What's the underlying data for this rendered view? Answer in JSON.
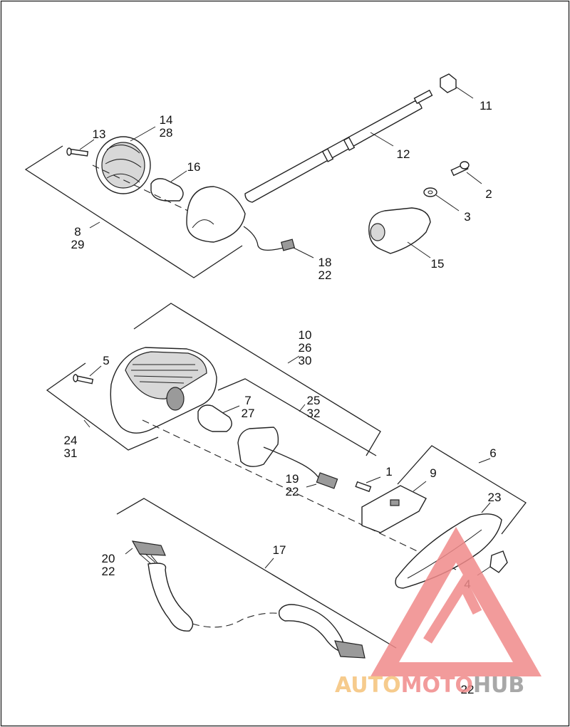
{
  "labels": [
    {
      "id": "c11",
      "text": "11"
    },
    {
      "id": "c14",
      "text": "14"
    },
    {
      "id": "c28",
      "text": "28"
    },
    {
      "id": "c13",
      "text": "13"
    },
    {
      "id": "c16",
      "text": "16"
    },
    {
      "id": "c12",
      "text": "12"
    },
    {
      "id": "c2",
      "text": "2"
    },
    {
      "id": "c3",
      "text": "3"
    },
    {
      "id": "c8",
      "text": "8"
    },
    {
      "id": "c29",
      "text": "29"
    },
    {
      "id": "c18",
      "text": "18"
    },
    {
      "id": "c22a",
      "text": "22"
    },
    {
      "id": "c15",
      "text": "15"
    },
    {
      "id": "c10",
      "text": "10"
    },
    {
      "id": "c26",
      "text": "26"
    },
    {
      "id": "c30",
      "text": "30"
    },
    {
      "id": "c5",
      "text": "5"
    },
    {
      "id": "c7",
      "text": "7"
    },
    {
      "id": "c27",
      "text": "27"
    },
    {
      "id": "c25",
      "text": "25"
    },
    {
      "id": "c32",
      "text": "32"
    },
    {
      "id": "c24",
      "text": "24"
    },
    {
      "id": "c31",
      "text": "31"
    },
    {
      "id": "c6",
      "text": "6"
    },
    {
      "id": "c1",
      "text": "1"
    },
    {
      "id": "c9",
      "text": "9"
    },
    {
      "id": "c19",
      "text": "19"
    },
    {
      "id": "c22b",
      "text": "22"
    },
    {
      "id": "c23",
      "text": "23"
    },
    {
      "id": "c17",
      "text": "17"
    },
    {
      "id": "c20",
      "text": "20"
    },
    {
      "id": "c22c",
      "text": "22"
    },
    {
      "id": "c4",
      "text": "4"
    },
    {
      "id": "c22d",
      "text": "22"
    }
  ],
  "watermark": {
    "brand_auto": "AUTO",
    "brand_moto": "MOTO",
    "brand_hub": "HUB",
    "colors": {
      "triangle": "#f08a8a",
      "auto": "#f5c27a",
      "moto": "#f08a8a",
      "hub": "#9a9a9a"
    }
  }
}
